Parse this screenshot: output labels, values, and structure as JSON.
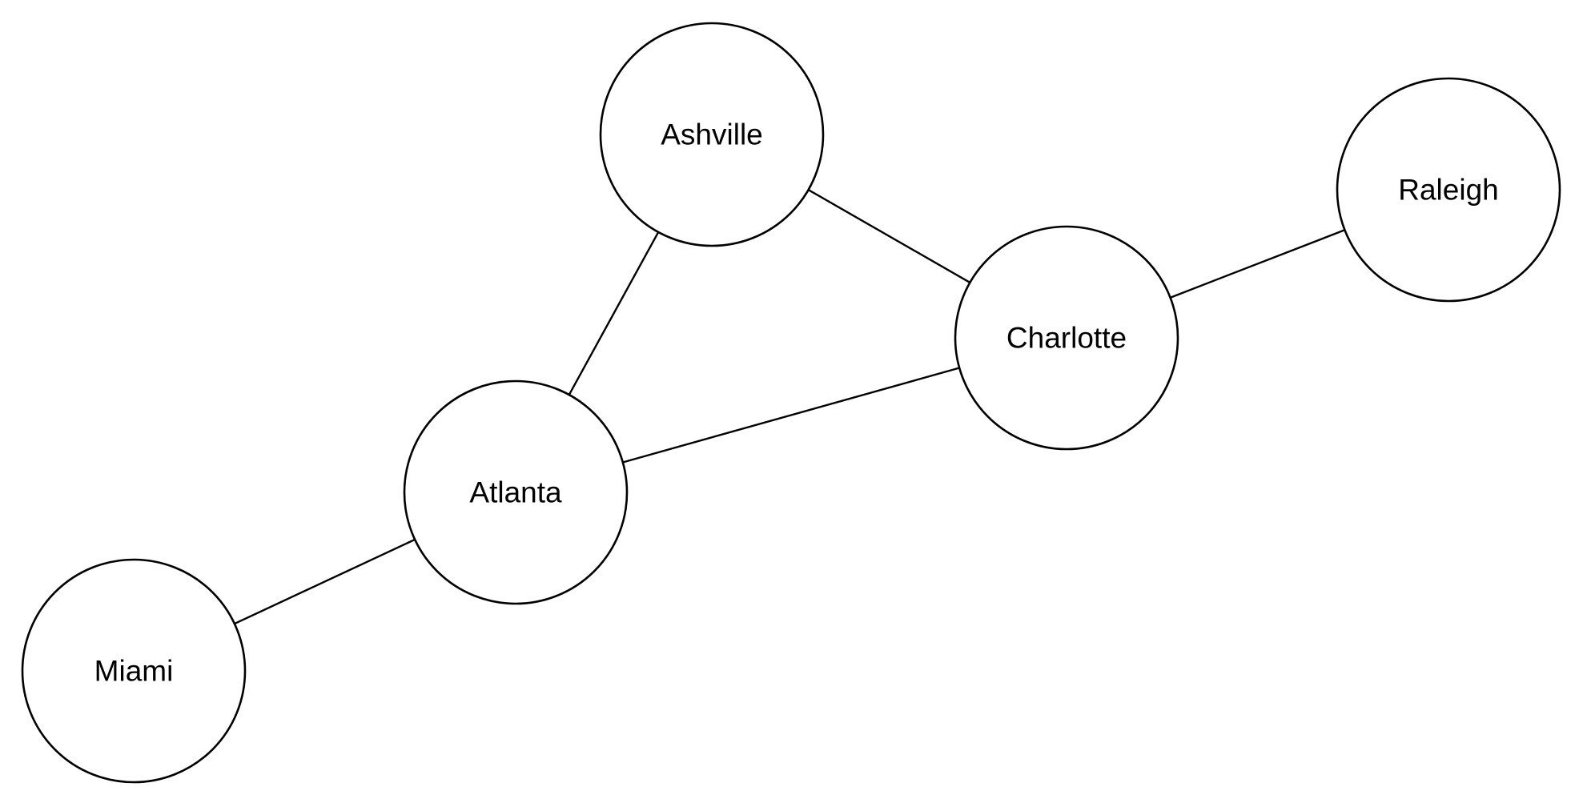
{
  "diagram": {
    "type": "undirected-graph",
    "nodes": [
      {
        "id": "ashville",
        "label": "Ashville"
      },
      {
        "id": "raleigh",
        "label": "Raleigh"
      },
      {
        "id": "charlotte",
        "label": "Charlotte"
      },
      {
        "id": "atlanta",
        "label": "Atlanta"
      },
      {
        "id": "miami",
        "label": "Miami"
      }
    ],
    "edges": [
      {
        "from": "ashville",
        "to": "charlotte"
      },
      {
        "from": "ashville",
        "to": "atlanta"
      },
      {
        "from": "charlotte",
        "to": "raleigh"
      },
      {
        "from": "atlanta",
        "to": "charlotte"
      },
      {
        "from": "miami",
        "to": "atlanta"
      }
    ],
    "colors": {
      "stroke": "#000000",
      "fill": "#ffffff",
      "background": "#ffffff"
    }
  }
}
